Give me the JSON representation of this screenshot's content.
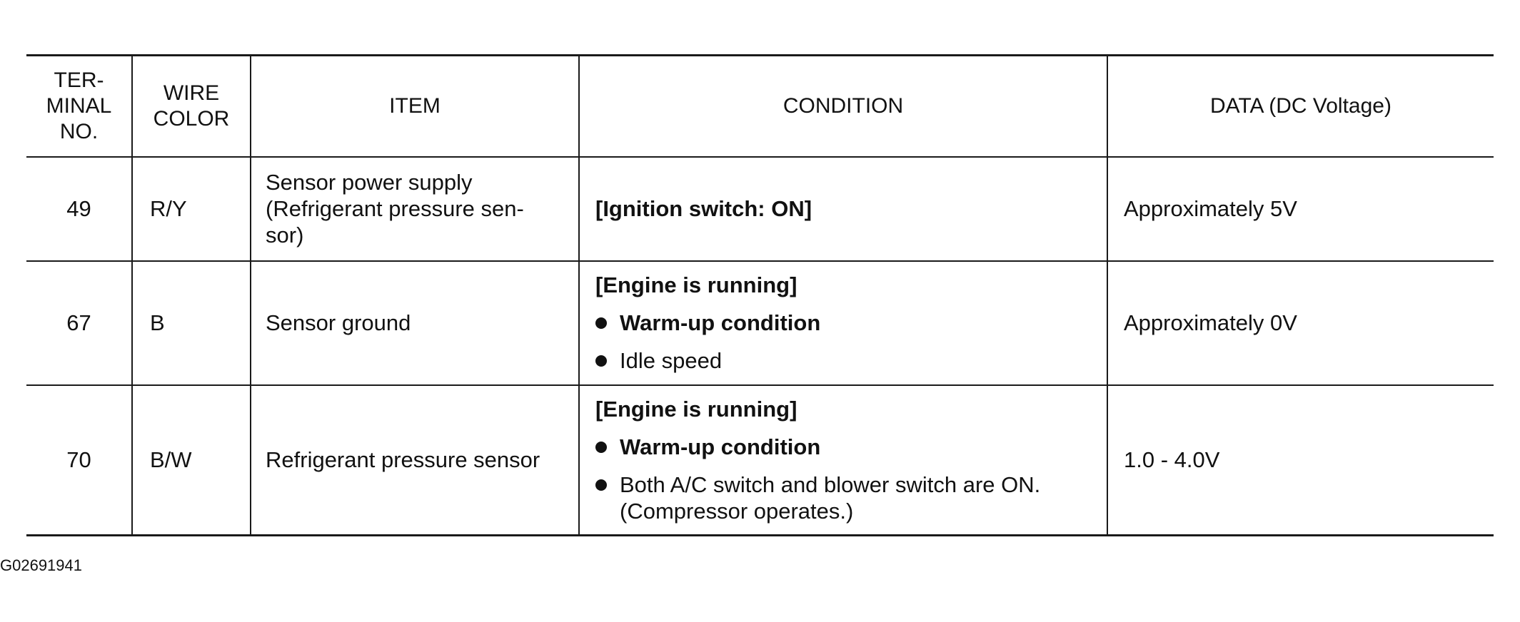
{
  "table": {
    "headers": {
      "terminal": [
        "TER-",
        "MINAL",
        "NO."
      ],
      "wire": [
        "WIRE",
        "COLOR"
      ],
      "item": "ITEM",
      "condition": "CONDITION",
      "data": "DATA (DC Voltage)"
    },
    "rows": [
      {
        "terminal": "49",
        "wire": "R/Y",
        "item": [
          "Sensor power supply",
          "(Refrigerant pressure sen-",
          "sor)"
        ],
        "condition_head": "[Ignition switch: ON]",
        "data": "Approximately 5V"
      },
      {
        "terminal": "67",
        "wire": "B",
        "item": "Sensor ground",
        "condition_head": "[Engine is running]",
        "bullets": [
          "Warm-up condition",
          "Idle speed"
        ],
        "data": "Approximately 0V"
      },
      {
        "terminal": "70",
        "wire": "B/W",
        "item": "Refrigerant pressure sensor",
        "condition_head": "[Engine is running]",
        "bullets": [
          "Warm-up condition",
          "Both A/C switch and blower switch are ON.",
          "(Compressor operates.)"
        ],
        "data": "1.0 - 4.0V"
      }
    ]
  },
  "figure_id": "G02691941"
}
